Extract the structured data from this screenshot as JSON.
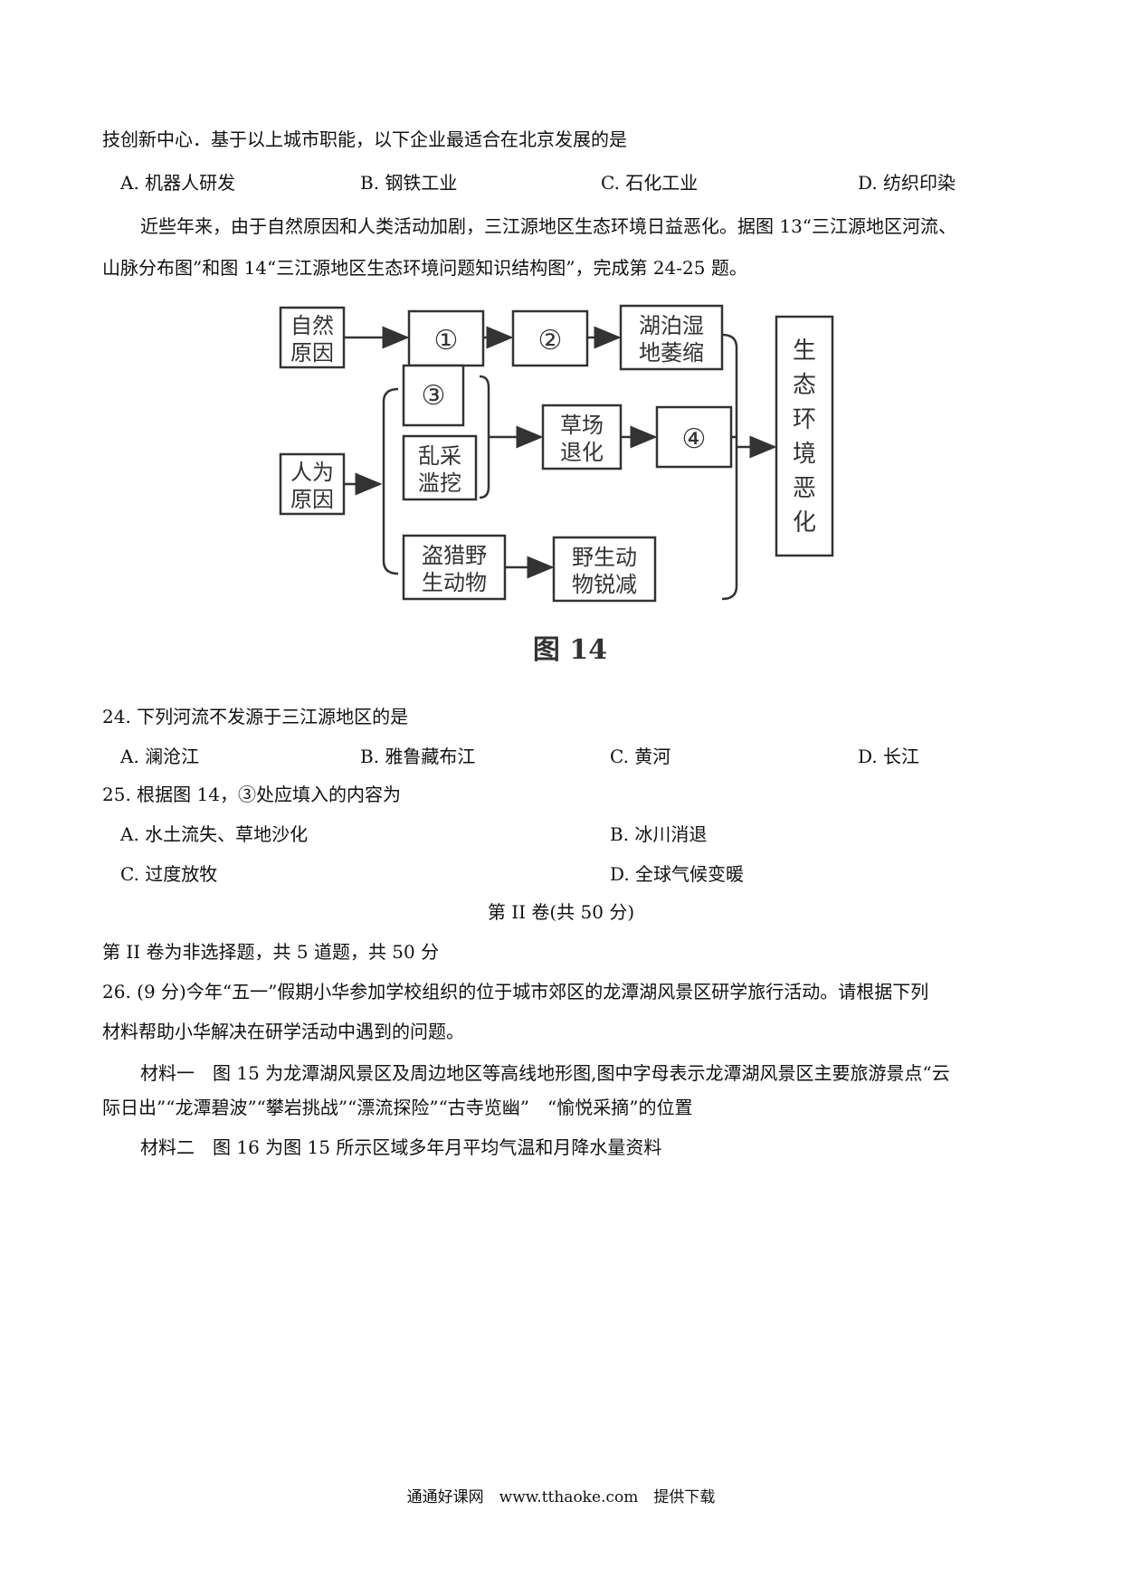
{
  "q23_tail": "技创新中心．基于以上城市职能，以下企业最适合在北京发展的是",
  "q23_options": [
    "A. 机器人研发",
    "B. 钢铁工业",
    "C. 石化工业",
    "D. 纺织印染"
  ],
  "intro_line1": "近些年来，由于自然原因和人类活动加剧，三江源地区生态环境日益恶化。据图 13“三江源地区河流、",
  "intro_line2": "山脉分布图”和图 14“三江源地区生态环境问题知识结构图”，完成第 24-25 题。",
  "diagram": {
    "natural_l1": "自然",
    "natural_l2": "原因",
    "human_l1": "人为",
    "human_l2": "原因",
    "c1": "①",
    "c2": "②",
    "c3": "③",
    "c4": "④",
    "lake_l1": "湖泊湿",
    "lake_l2": "地萎缩",
    "mining_l1": "乱采",
    "mining_l2": "滥挖",
    "grass_l1": "草场",
    "grass_l2": "退化",
    "poach_l1": "盗猎野",
    "poach_l2": "生动物",
    "wild_l1": "野生动",
    "wild_l2": "物锐减",
    "result": [
      "生",
      "态",
      "环",
      "境",
      "恶",
      "化"
    ],
    "caption": "图 14"
  },
  "q24": "24. 下列河流不发源于三江源地区的是",
  "q24_options": [
    "A. 澜沧江",
    "B. 雅鲁藏布江",
    "C. 黄河",
    "D. 长江"
  ],
  "q25": "25. 根据图 14，③处应填入的内容为",
  "q25_options": [
    "A. 水土流失、草地沙化",
    "B. 冰川消退",
    "C. 过度放牧",
    "D. 全球气候变暖"
  ],
  "section2_title": "第 II 卷(共 50 分)",
  "section2_desc": "第 II 卷为非选择题，共 5 道题，共 50 分",
  "q26_line1": "26. (9 分)今年“五一”假期小华参加学校组织的位于城市郊区的龙潭湖风景区研学旅行活动。请根据下列",
  "q26_line2": "材料帮助小华解决在研学活动中遇到的问题。",
  "material1_line1": "材料一　图 15 为龙潭湖风景区及周边地区等高线地形图,图中字母表示龙潭湖风景区主要旅游景点“云",
  "material1_line2": "际日出”“龙潭碧波”“攀岩挑战”“漂流探险”“古寺览幽”　“愉悦采摘”的位置",
  "material2": "材料二　图 16 为图 15 所示区域多年月平均气温和月降水量资料",
  "footer": "通通好课网　www.tthaoke.com　提供下载"
}
